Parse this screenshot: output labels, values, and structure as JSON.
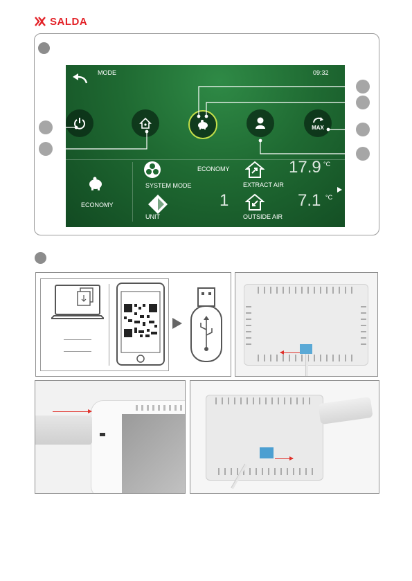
{
  "logo": {
    "text": "SALDA",
    "color": "#e32228"
  },
  "screen": {
    "mode_label": "MODE",
    "time": "09:32",
    "status_mode": "ECONOMY",
    "left_mode_label": "ECONOMY",
    "system_mode_label": "SYSTEM MODE",
    "unit_label": "UNIT",
    "unit_value": "1",
    "extract_air_label": "EXTRACT AIR",
    "extract_air_temp": "17.9",
    "outside_air_label": "OUTSIDE AIR",
    "outside_air_temp": "7.1",
    "temp_unit": "°C",
    "max_label": "MAX",
    "buttons": [
      "power-icon",
      "home-icon",
      "piggy-bank-icon",
      "user-icon",
      "max-icon"
    ]
  },
  "colors": {
    "accent": "#e32228",
    "screen_green": "#1f6a32",
    "active_ring": "#c5e04a",
    "arrow": "#e0312b"
  }
}
